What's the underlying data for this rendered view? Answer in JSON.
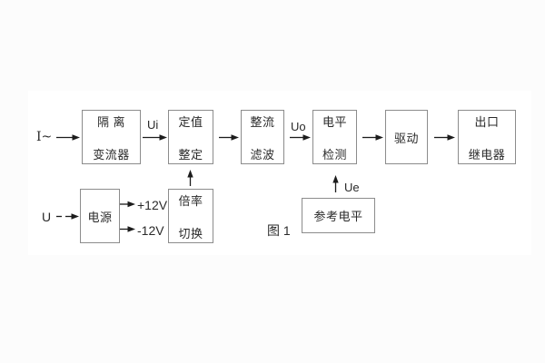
{
  "figure": {
    "caption": "图 1",
    "colors": {
      "background": "#fcfcfc",
      "panel": "#ffffff",
      "box_border": "#8c8c8c",
      "text": "#2a2a2a",
      "arrow": "#1c1c1c"
    },
    "inputs": {
      "current": "I~",
      "voltage": "U"
    },
    "signal_labels": {
      "ui": "Ui",
      "uo": "Uo",
      "ue": "Ue"
    },
    "power_rails": {
      "positive": "+12V",
      "negative": "-12V"
    },
    "blocks": {
      "isolation": {
        "lines": [
          "隔 离",
          "变流器"
        ]
      },
      "setting": {
        "lines": [
          "定值",
          "整定"
        ]
      },
      "rectify": {
        "lines": [
          "整流",
          "滤波"
        ]
      },
      "level": {
        "lines": [
          "电平",
          "检测"
        ]
      },
      "drive": {
        "lines": [
          "驱动"
        ]
      },
      "output": {
        "lines": [
          "出口",
          "继电器"
        ]
      },
      "power": {
        "lines": [
          "电源"
        ]
      },
      "multiplier": {
        "lines": [
          "倍率",
          "切换"
        ]
      },
      "reference": {
        "lines": [
          "参考电平"
        ]
      }
    }
  }
}
